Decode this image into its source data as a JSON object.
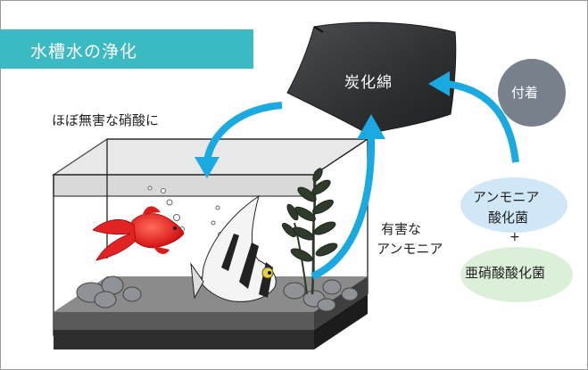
{
  "title": "水槽水の浄化",
  "filter_label": "炭化綿",
  "attach_label": "付着",
  "nitrate_label": "ほぼ無害な硝酸に",
  "ammonia_label": [
    "有害な",
    "アンモニア"
  ],
  "bacteria1_label": [
    "アンモニア",
    "酸化菌"
  ],
  "plus_sign": "+",
  "bacteria2_label": "亜硝酸酸化菌",
  "colors": {
    "title_bar": "#3bbac3",
    "arrow": "#1ba9e1",
    "attach_circle": "#78808c",
    "bacteria1_bg": "#cfe7f7",
    "bacteria2_bg": "#dcefd9",
    "goldfish": "#e11b1b",
    "filter": "#3a3d3e"
  },
  "icons": [
    "goldfish-icon",
    "angelfish-icon",
    "water-plant-icon",
    "bubbles-icon",
    "pebbles-icon",
    "carbon-filter-icon"
  ]
}
